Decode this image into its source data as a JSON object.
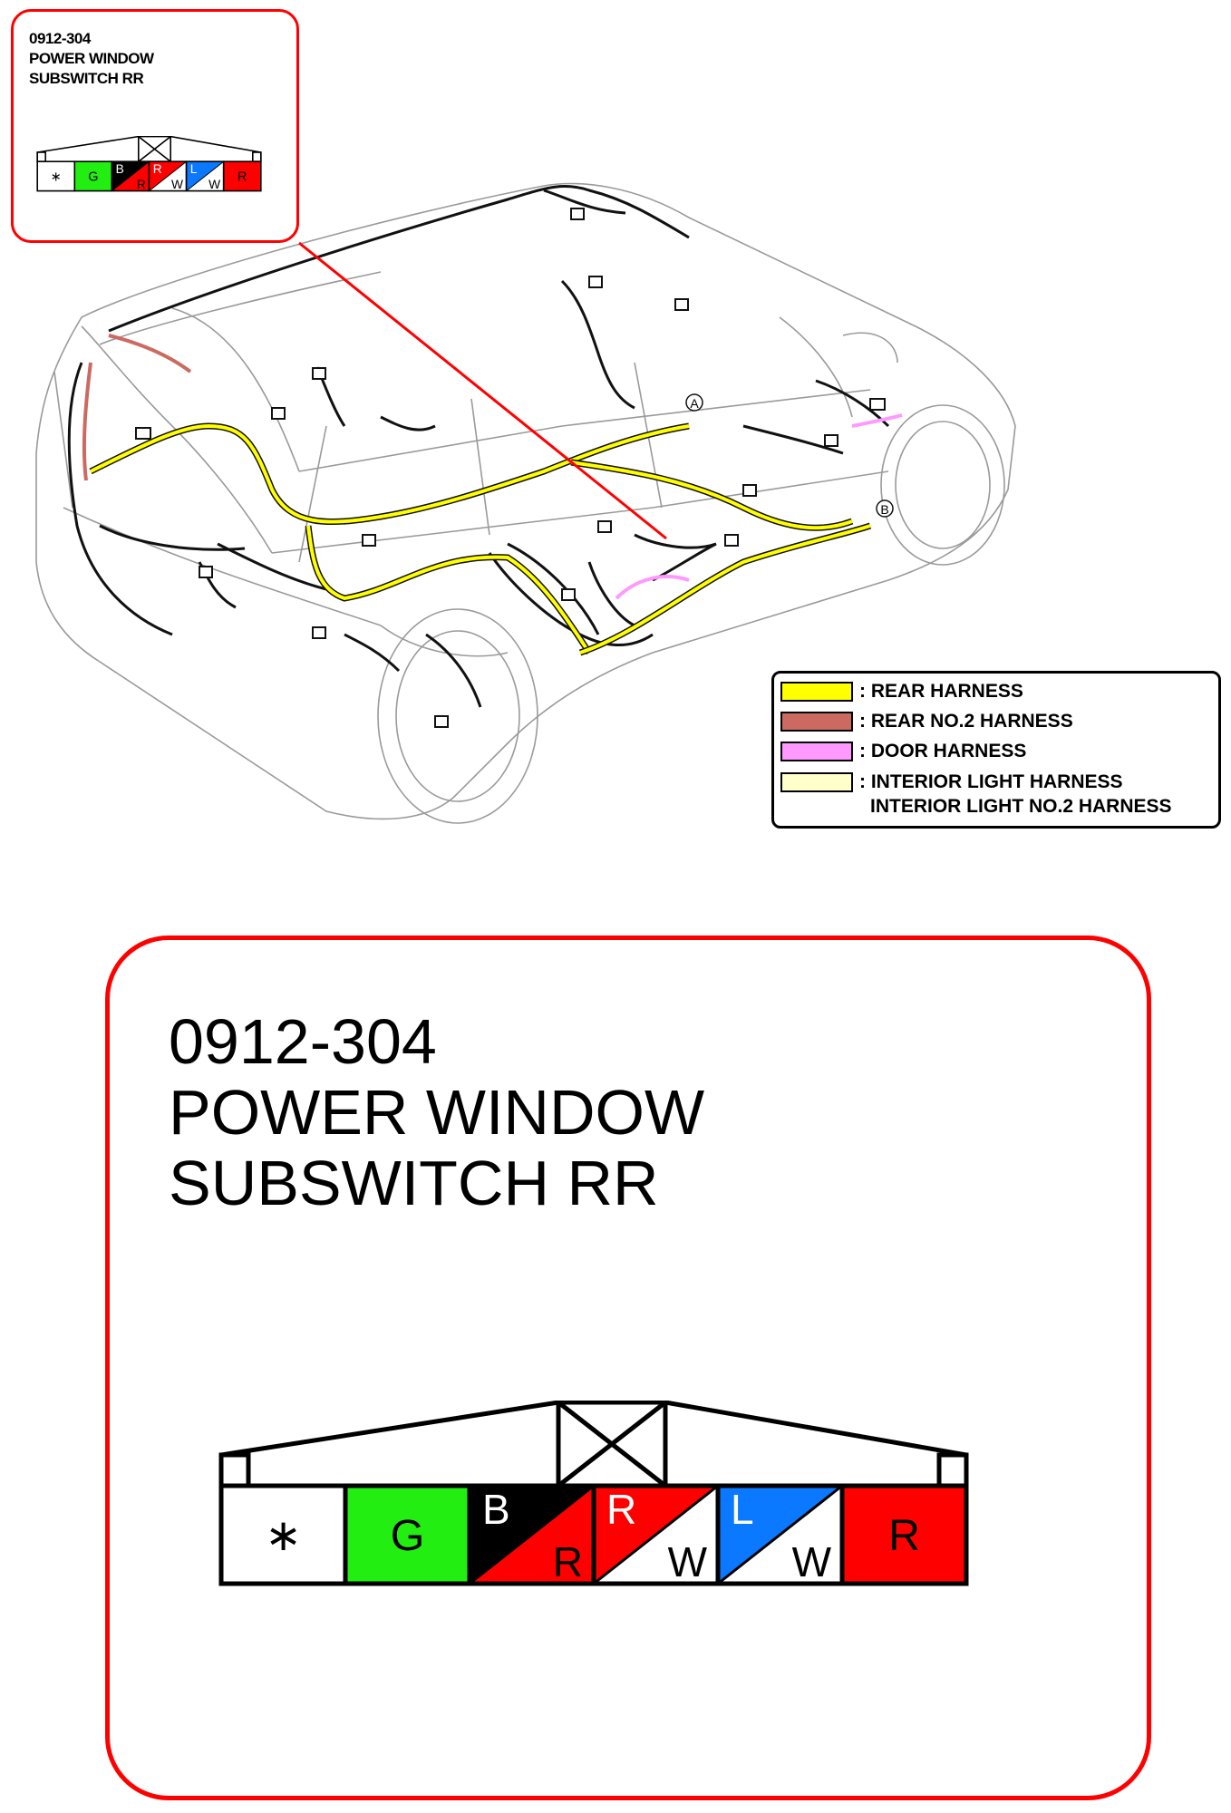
{
  "connector": {
    "code": "0912-304",
    "name_line1": "POWER WINDOW",
    "name_line2": "SUBSWITCH RR"
  },
  "pins": [
    {
      "top": "∗",
      "bottom": "",
      "color_top": "#ffffff",
      "color_bottom": "#ffffff",
      "text_color": "#000000"
    },
    {
      "top": "G",
      "bottom": "",
      "color_top": "#22ee11",
      "color_bottom": "#22ee11",
      "text_color": "#000000"
    },
    {
      "top": "B",
      "bottom": "R",
      "color_top": "#000000",
      "color_bottom": "#ff0000",
      "text_color": "#ffffff"
    },
    {
      "top": "R",
      "bottom": "W",
      "color_top": "#ff0000",
      "color_bottom": "#ffffff",
      "text_color": "#ffffff"
    },
    {
      "top": "L",
      "bottom": "W",
      "color_top": "#0a78ff",
      "color_bottom": "#ffffff",
      "text_color": "#ffffff"
    },
    {
      "top": "R",
      "bottom": "",
      "color_top": "#ff0000",
      "color_bottom": "#ff0000",
      "text_color": "#000000"
    }
  ],
  "legend": [
    {
      "color": "#ffff00",
      "label": ": REAR HARNESS"
    },
    {
      "color": "#cc6a62",
      "label": ": REAR NO.2 HARNESS"
    },
    {
      "color": "#ff99ff",
      "label": ": DOOR HARNESS"
    },
    {
      "color": "#ffffcc",
      "label": ": INTERIOR LIGHT HARNESS",
      "label2": "INTERIOR LIGHT NO.2 HARNESS"
    }
  ],
  "markers": {
    "a": "A",
    "b": "B"
  },
  "colors": {
    "callout": "#ff0000",
    "harness_yellow": "#ffff00",
    "outline": "#000000"
  }
}
